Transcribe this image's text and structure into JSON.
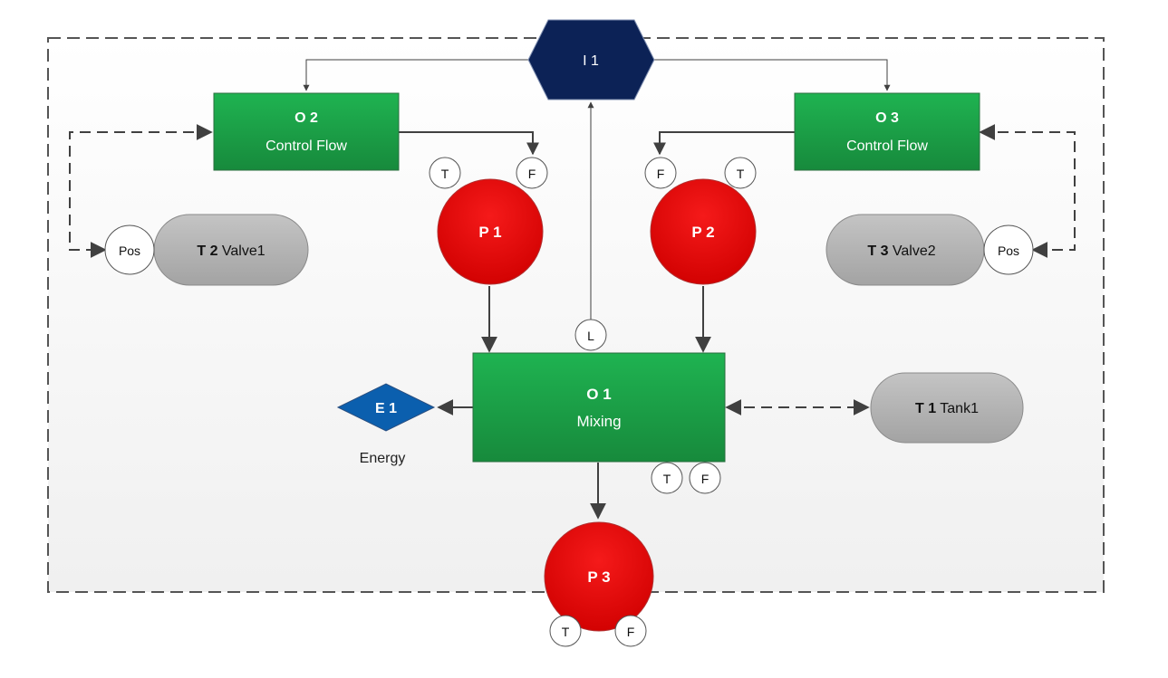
{
  "colors": {
    "operation_green": "#1a9f45",
    "product_red": "#e10000",
    "info_navy": "#0c2256",
    "energy_blue": "#0b5fae",
    "resource_gray": "#b4b4b4",
    "sensor_white": "#ffffff",
    "border_dash": "#555555",
    "line": "#404040"
  },
  "info": {
    "label": "I 1"
  },
  "operations": {
    "o1": {
      "label": "O 1",
      "sub": "Mixing"
    },
    "o2": {
      "label": "O 2",
      "sub": "Control Flow"
    },
    "o3": {
      "label": "O 3",
      "sub": "Control Flow"
    }
  },
  "products": {
    "p1": {
      "label": "P 1"
    },
    "p2": {
      "label": "P 2"
    },
    "p3": {
      "label": "P 3"
    }
  },
  "energy": {
    "label": "E 1",
    "caption": "Energy"
  },
  "resources": {
    "t1": {
      "id": "T 1",
      "name": "Tank1"
    },
    "t2": {
      "id": "T 2",
      "name": "Valve1"
    },
    "t3": {
      "id": "T 3",
      "name": "Valve2"
    }
  },
  "sensors": {
    "temperature": "T",
    "flow": "F",
    "level": "L",
    "position": "Pos"
  }
}
